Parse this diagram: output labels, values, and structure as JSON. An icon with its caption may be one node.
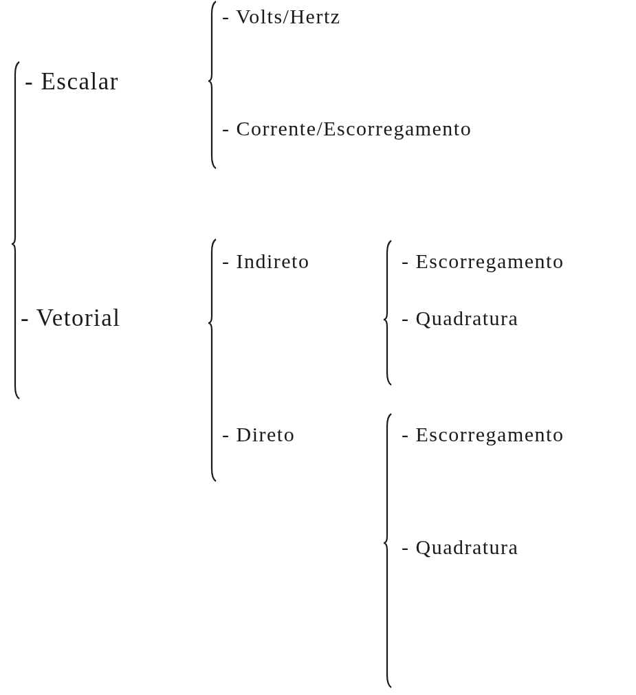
{
  "diagram": {
    "labels": [
      "- Volts/Hertz",
      "- Escalar",
      "- Corrente/Escorregamento",
      "- Indireto",
      "- Escorregamento",
      "- Vetorial",
      "- Quadratura",
      "- Direto",
      "- Escorregamento",
      "- Quadratura"
    ]
  }
}
